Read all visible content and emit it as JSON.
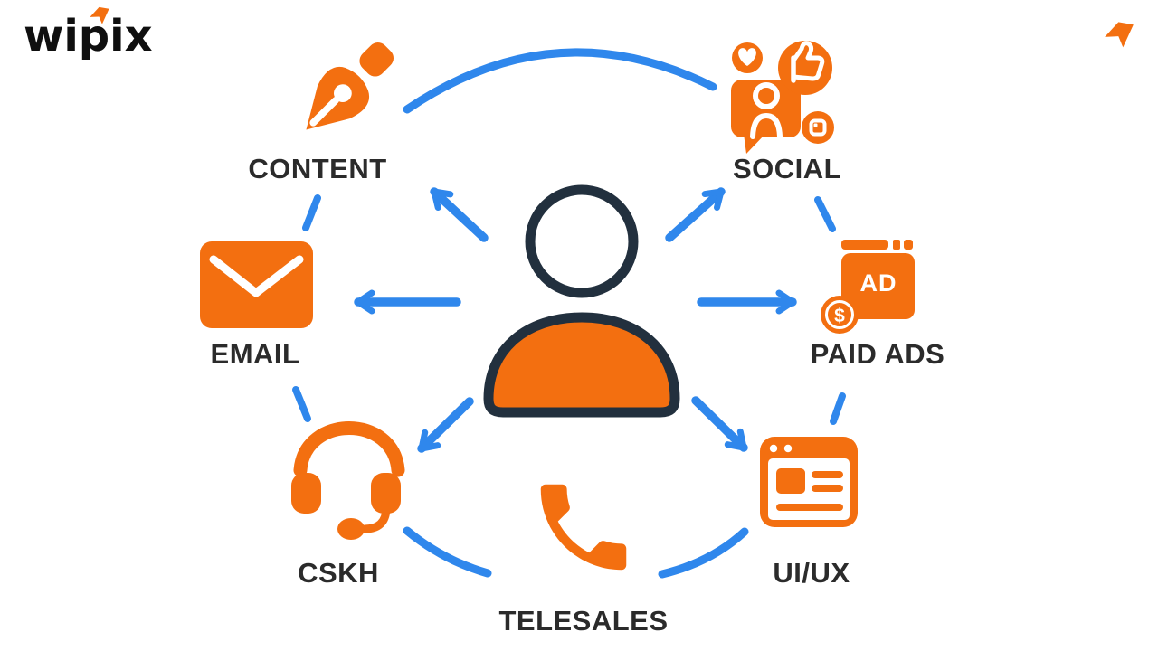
{
  "logo": {
    "text": "wipix",
    "flag_icon": "flag-arrow-icon"
  },
  "header": {
    "corner_icon": "flag-arrow-icon"
  },
  "colors": {
    "orange": "#F36F10",
    "blue": "#2F87EC",
    "text": "#2B2B2B",
    "navy": "#22303E",
    "background": "#FFFFFF",
    "logo": "#0F0F0F"
  },
  "center": {
    "icon": "person-icon"
  },
  "nodes": [
    {
      "label": "CONTENT",
      "icon": "pen-nib-icon",
      "position": "top-left"
    },
    {
      "label": "SOCIAL",
      "icon": "social-engagement-icon",
      "position": "top-right"
    },
    {
      "label": "EMAIL",
      "icon": "envelope-icon",
      "position": "left"
    },
    {
      "label": "PAID ADS",
      "icon": "ad-window-dollar-icon",
      "position": "right",
      "icon_text": "AD",
      "coin_text": "$"
    },
    {
      "label": "CSKH",
      "icon": "headset-icon",
      "position": "bottom-left"
    },
    {
      "label": "UI/UX",
      "icon": "browser-wireframe-icon",
      "position": "bottom-right"
    },
    {
      "label": "TELESALES",
      "icon": "phone-icon",
      "position": "bottom"
    }
  ]
}
